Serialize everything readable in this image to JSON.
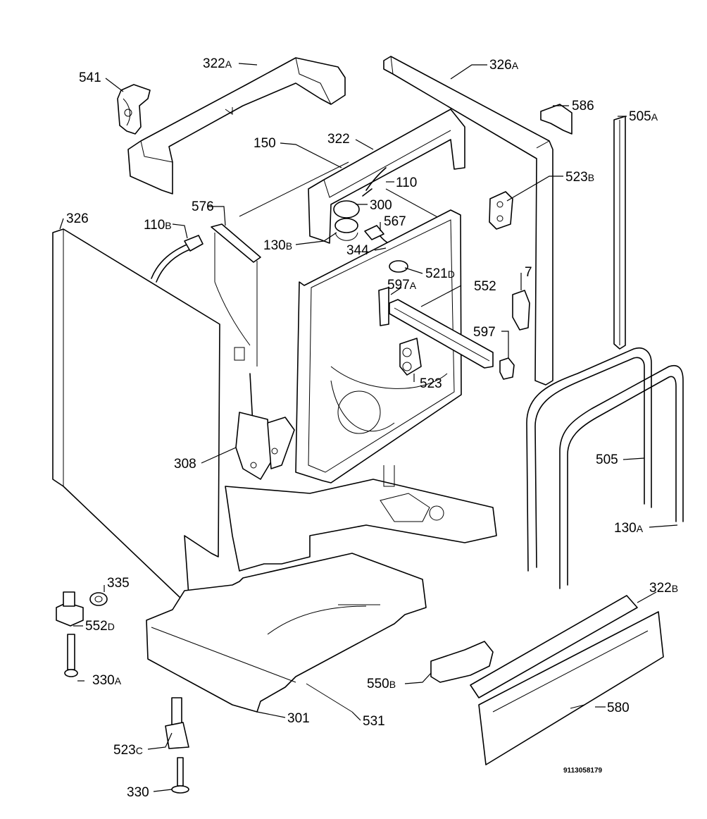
{
  "diagram": {
    "document_number": "9113058179",
    "callouts": [
      {
        "id": "541",
        "main": "541",
        "suffix": ""
      },
      {
        "id": "322A",
        "main": "322",
        "suffix": "A"
      },
      {
        "id": "326A",
        "main": "326",
        "suffix": "A"
      },
      {
        "id": "586",
        "main": "586",
        "suffix": ""
      },
      {
        "id": "505A",
        "main": "505",
        "suffix": "A"
      },
      {
        "id": "150",
        "main": "150",
        "suffix": ""
      },
      {
        "id": "322",
        "main": "322",
        "suffix": ""
      },
      {
        "id": "110",
        "main": "110",
        "suffix": ""
      },
      {
        "id": "523B",
        "main": "523",
        "suffix": "B"
      },
      {
        "id": "326",
        "main": "326",
        "suffix": ""
      },
      {
        "id": "576",
        "main": "576",
        "suffix": ""
      },
      {
        "id": "110B",
        "main": "110",
        "suffix": "B"
      },
      {
        "id": "300",
        "main": "300",
        "suffix": ""
      },
      {
        "id": "567",
        "main": "567",
        "suffix": ""
      },
      {
        "id": "130B",
        "main": "130",
        "suffix": "B"
      },
      {
        "id": "344",
        "main": "344",
        "suffix": ""
      },
      {
        "id": "521D",
        "main": "521",
        "suffix": "D"
      },
      {
        "id": "7",
        "main": "7",
        "suffix": ""
      },
      {
        "id": "597A",
        "main": "597",
        "suffix": "A"
      },
      {
        "id": "552",
        "main": "552",
        "suffix": ""
      },
      {
        "id": "597",
        "main": "597",
        "suffix": ""
      },
      {
        "id": "523",
        "main": "523",
        "suffix": ""
      },
      {
        "id": "308",
        "main": "308",
        "suffix": ""
      },
      {
        "id": "505",
        "main": "505",
        "suffix": ""
      },
      {
        "id": "130A",
        "main": "130",
        "suffix": "A"
      },
      {
        "id": "335",
        "main": "335",
        "suffix": ""
      },
      {
        "id": "322B",
        "main": "322",
        "suffix": "B"
      },
      {
        "id": "552D",
        "main": "552",
        "suffix": "D"
      },
      {
        "id": "330A",
        "main": "330",
        "suffix": "A"
      },
      {
        "id": "550B",
        "main": "550",
        "suffix": "B"
      },
      {
        "id": "301",
        "main": "301",
        "suffix": ""
      },
      {
        "id": "531",
        "main": "531",
        "suffix": ""
      },
      {
        "id": "580",
        "main": "580",
        "suffix": ""
      },
      {
        "id": "523C",
        "main": "523",
        "suffix": "C"
      },
      {
        "id": "330",
        "main": "330",
        "suffix": ""
      }
    ]
  }
}
